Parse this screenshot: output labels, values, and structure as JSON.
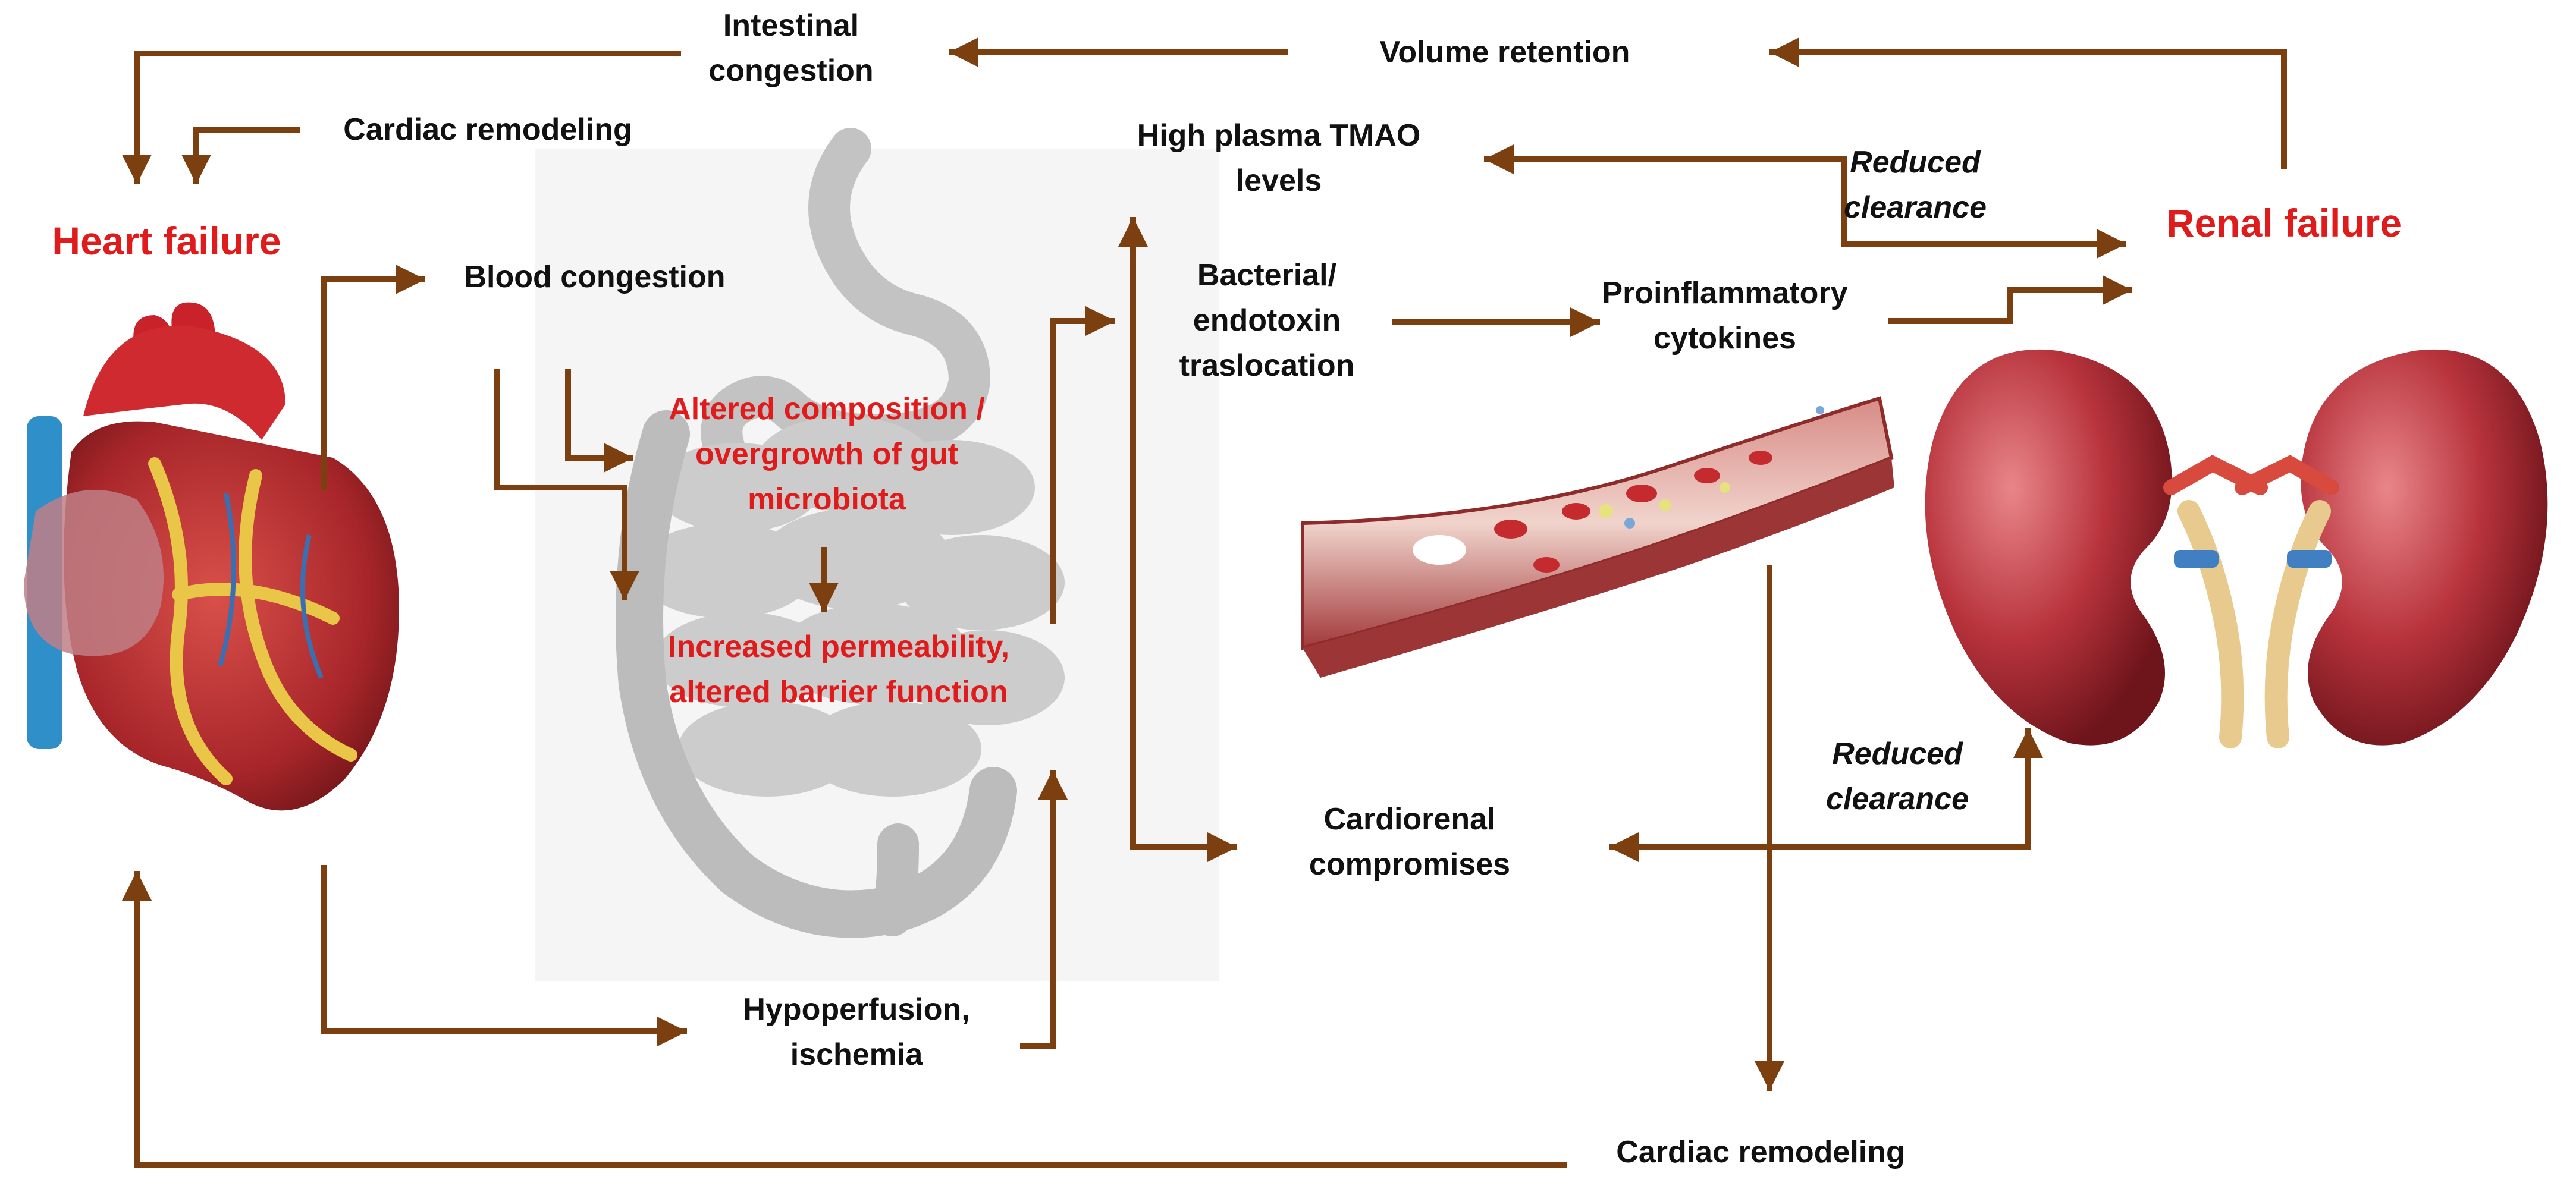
{
  "nodes": {
    "intestinal_congestion": "Intestinal\ncongestion",
    "volume_retention": "Volume retention",
    "cardiac_remodeling_top": "Cardiac remodeling",
    "heart_failure": "Heart failure",
    "high_tmao": "High plasma TMAO\nlevels",
    "reduced_clearance_top": "Reduced\nclearance",
    "renal_failure": "Renal failure",
    "blood_congestion": "Blood congestion",
    "bacterial_translocation": "Bacterial/\nendotoxin\ntraslocation",
    "proinflammatory_cytokines": "Proinflammatory\ncytokines",
    "altered_composition": "Altered composition /\novergrowth of gut\nmicrobiota",
    "increased_permeability": "Increased permeability,\naltered barrier function",
    "reduced_clearance_bottom": "Reduced\nclearance",
    "cardiorenal_compromises": "Cardiorenal\ncompromises",
    "hypoperfusion": "Hypoperfusion,\nischemia",
    "cardiac_remodeling_bottom": "Cardiac remodeling"
  },
  "colors": {
    "arrow": "#7b3f10",
    "emphasis_text": "#e01b1b",
    "body_text": "#111111"
  },
  "illustrations": [
    "heart-illustration",
    "intestine-illustration",
    "blood-vessel-illustration",
    "kidneys-illustration"
  ]
}
